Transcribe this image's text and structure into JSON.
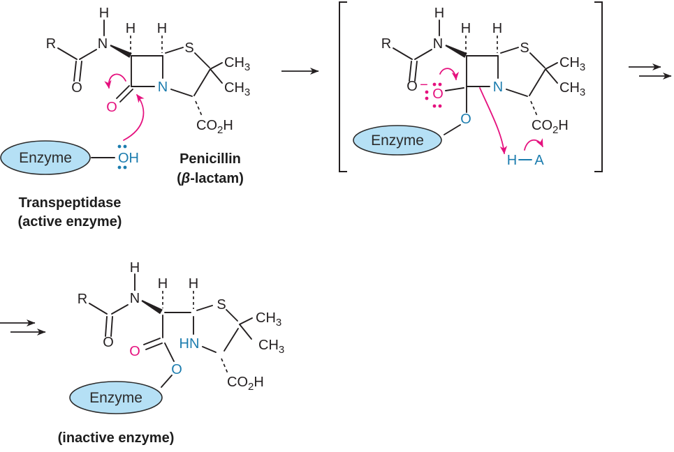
{
  "colors": {
    "bond_black": "#231F20",
    "mechanism_pink": "#E5117E",
    "heteroatom_blue": "#1B7CAE",
    "enzyme_fill": "#B5E0F5",
    "enzyme_stroke": "#2B2B2B"
  },
  "labels": {
    "R": "R",
    "H": "H",
    "N": "N",
    "O": "O",
    "S": "S",
    "OH": "OH",
    "HN": "HN",
    "A": "A",
    "CH": "CH",
    "sub_3": "3",
    "CO": "CO",
    "sub_2": "2",
    "minus": "−",
    "enzyme": "Enzyme"
  },
  "captions": {
    "penicillin_line1": "Penicillin",
    "penicillin_open": "(",
    "penicillin_beta": "β",
    "penicillin_rest": "-lactam)",
    "transpeptidase_line1": "Transpeptidase",
    "transpeptidase_line2": "(active enzyme)",
    "inactive_enzyme": "(inactive enzyme)"
  }
}
